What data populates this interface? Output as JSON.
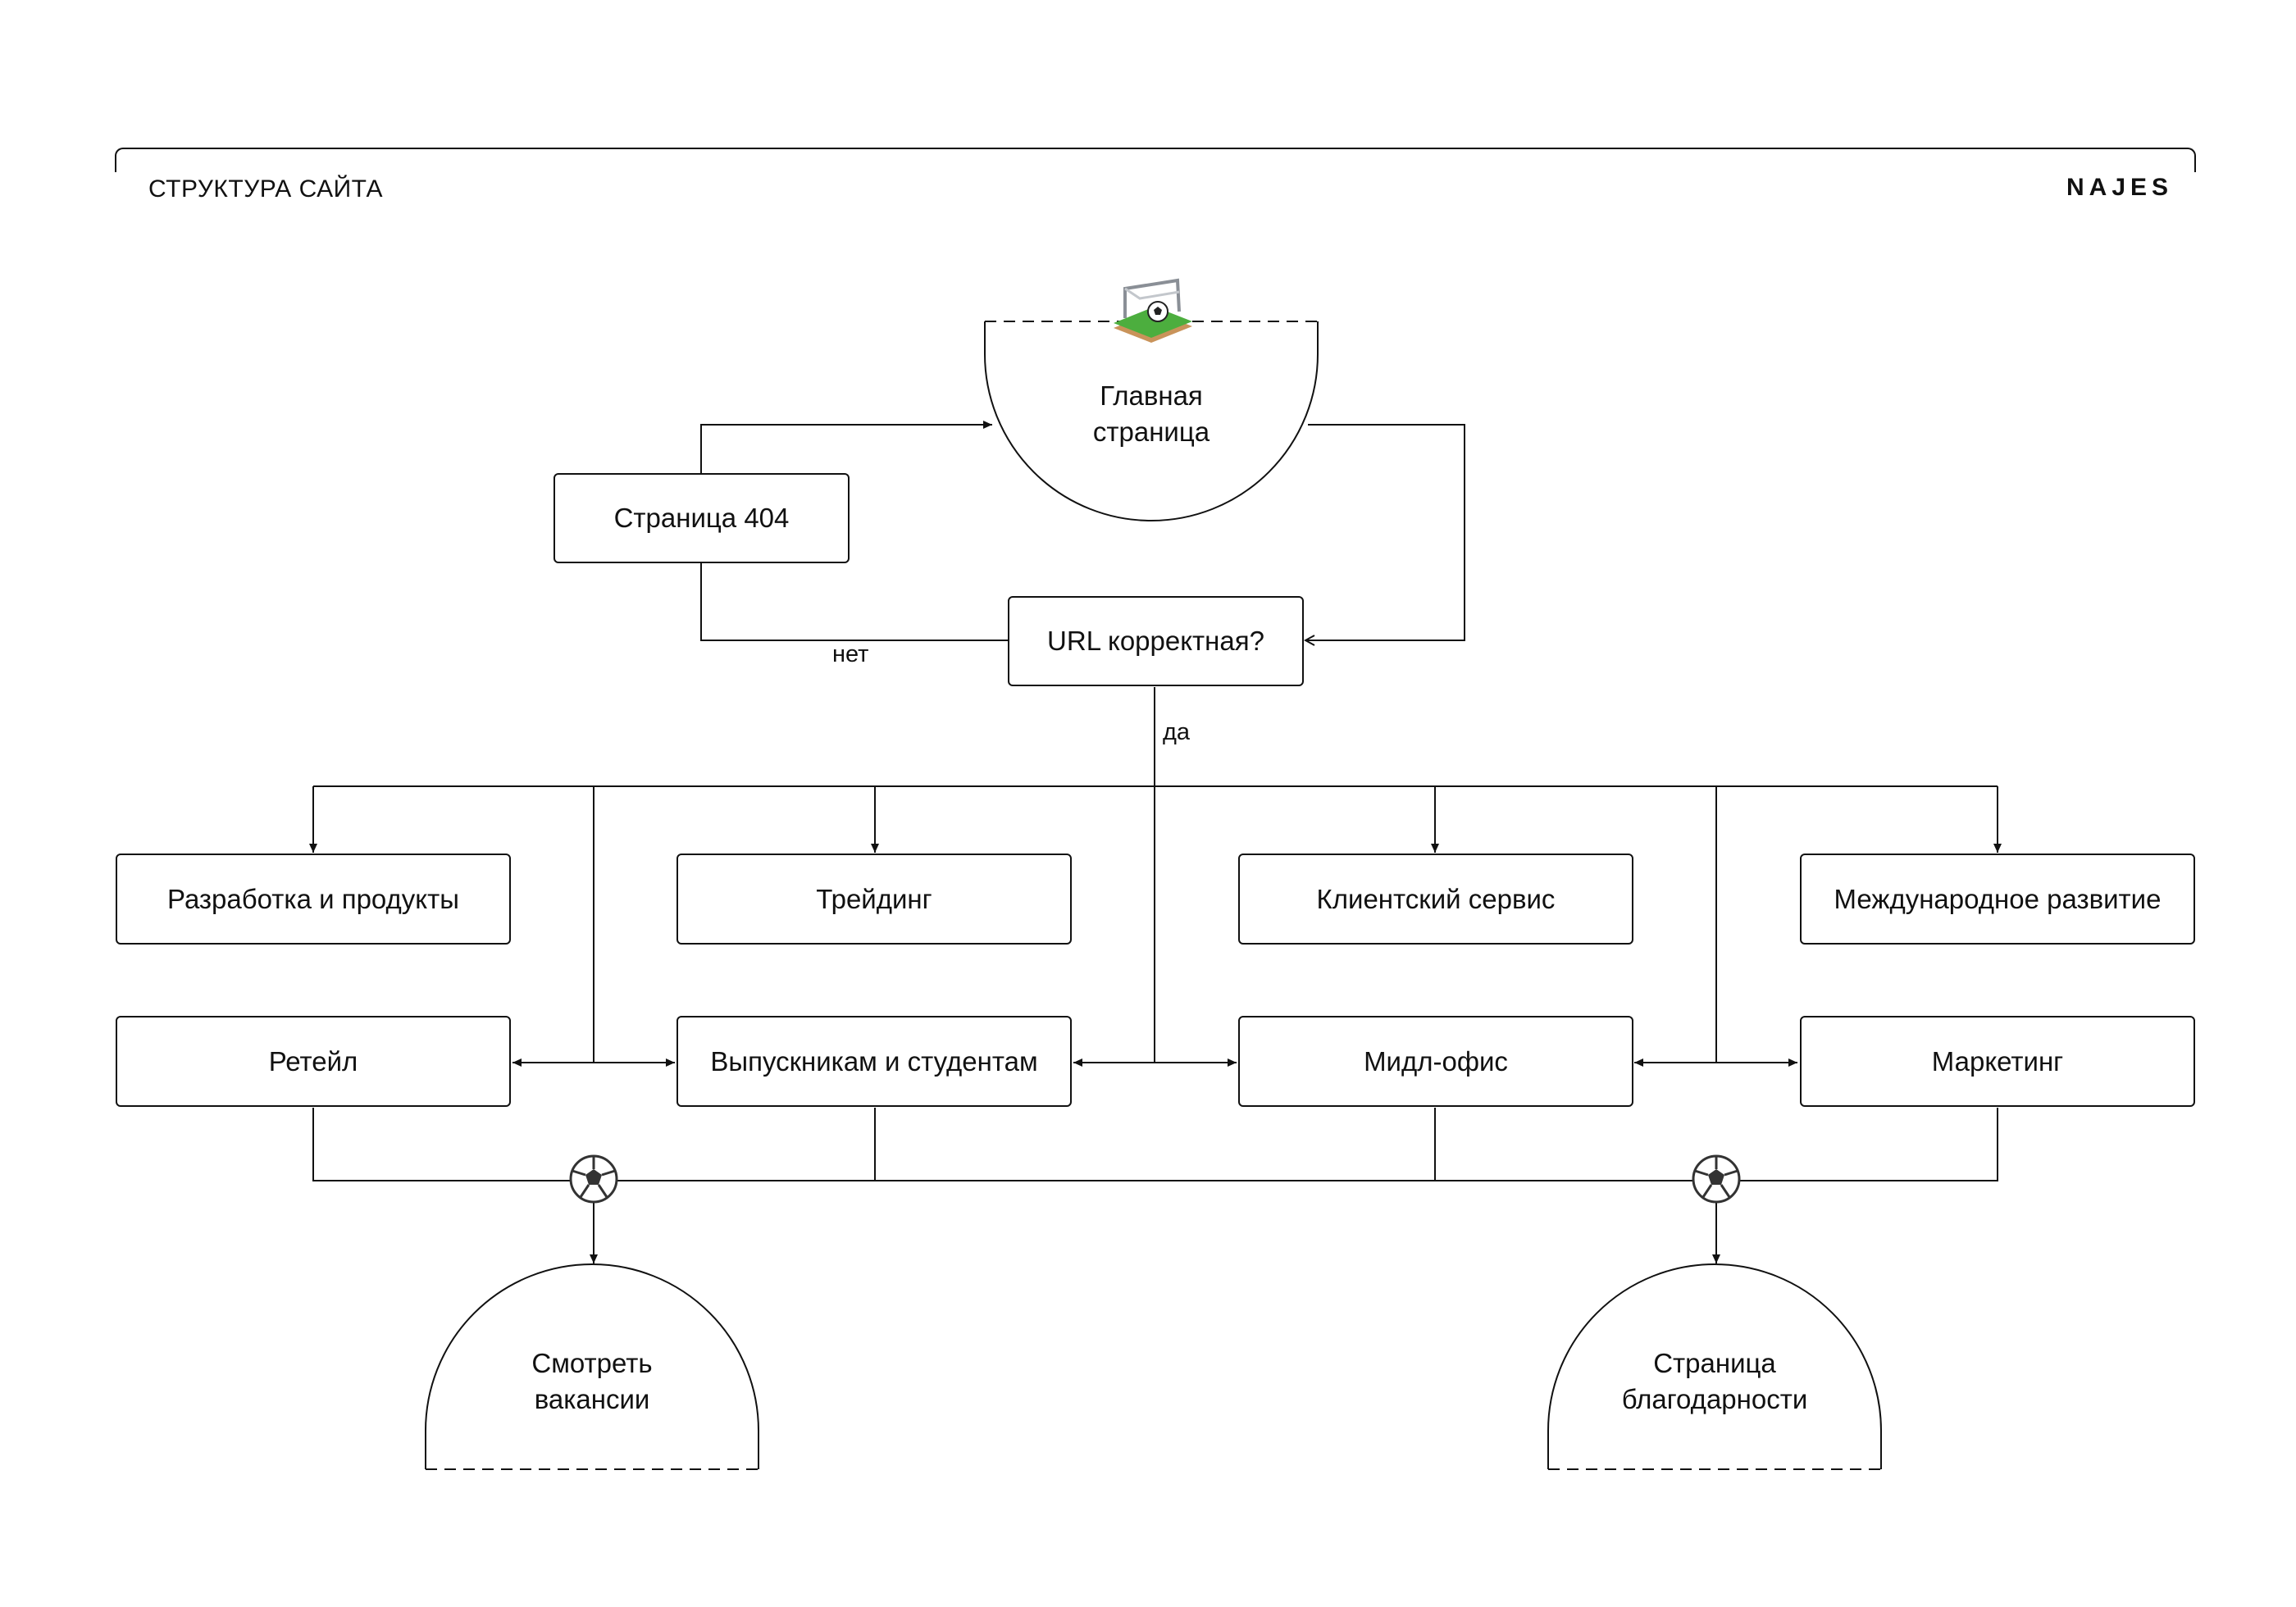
{
  "header": {
    "title": "СТРУКТУРА САЙТА",
    "brand": "NAJES"
  },
  "nodes": {
    "home": "Главная\nстраница",
    "page404": "Страница 404",
    "url_check": "URL корректная?",
    "dev": "Разработка и продукты",
    "trading": "Трейдинг",
    "client": "Клиентский сервис",
    "intl": "Международное развитие",
    "retail": "Ретейл",
    "grads": "Выпускникам и студентам",
    "midoffice": "Мидл-офис",
    "marketing": "Маркетинг",
    "vacancies": "Смотреть\nвакансии",
    "thanks": "Страница\nблагодарности"
  },
  "edge_labels": {
    "no": "нет",
    "yes": "да"
  },
  "icons": [
    "soccer-goal-icon",
    "soccer-ball-icon",
    "soccer-ball-icon"
  ]
}
